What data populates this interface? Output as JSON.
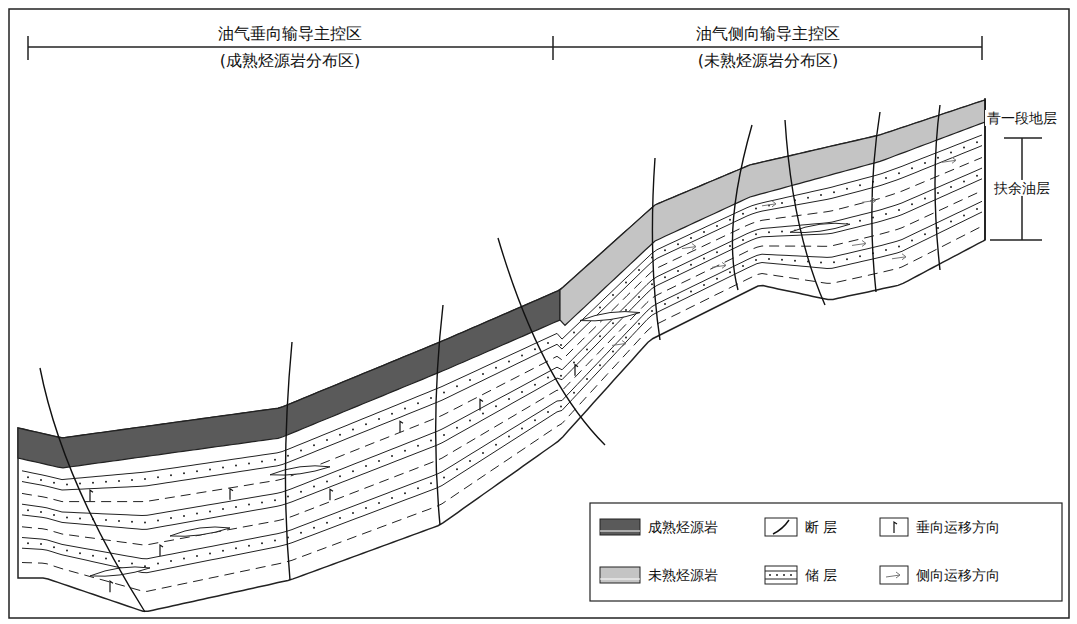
{
  "diagram": {
    "labels": [
      "油气垂向输导主控区",
      "(成熟烃源岩分布区)",
      "油气侧向输导主控区",
      "(未熟烃源岩分布区)",
      "青一段地层",
      "扶余油层"
    ],
    "legend": [
      {
        "text": "成熟烃源岩",
        "color": "#5a5a5a"
      },
      {
        "text": "断 层"
      },
      {
        "text": "垂向运移方向"
      },
      {
        "text": "未熟烃源岩",
        "color": "#c4c4c4"
      },
      {
        "text": "储 层"
      },
      {
        "text": "侧向运移方向"
      }
    ]
  }
}
